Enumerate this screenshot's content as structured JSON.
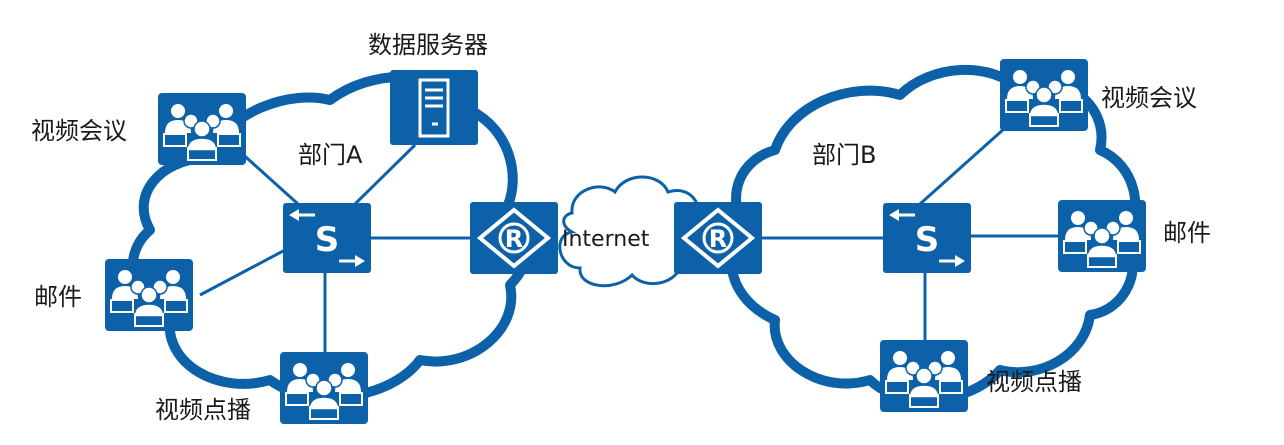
{
  "colors": {
    "primary": "#0c61a8",
    "background": "#ffffff",
    "text": "#1a1a1a"
  },
  "deptA": {
    "title": "部门A",
    "video_conf": "视频会议",
    "data_server": "数据服务器",
    "mail": "邮件",
    "vod": "视频点播",
    "switch_letter": "S",
    "router_letter": "R"
  },
  "internet": {
    "label": "Internet"
  },
  "deptB": {
    "title": "部门B",
    "video_conf": "视频会议",
    "mail": "邮件",
    "vod": "视频点播",
    "switch_letter": "S",
    "router_letter": "R"
  },
  "icons": [
    "video-conference-icon",
    "server-icon",
    "mail-user-group-icon",
    "video-on-demand-icon",
    "switch-icon",
    "router-icon",
    "cloud-icon"
  ]
}
